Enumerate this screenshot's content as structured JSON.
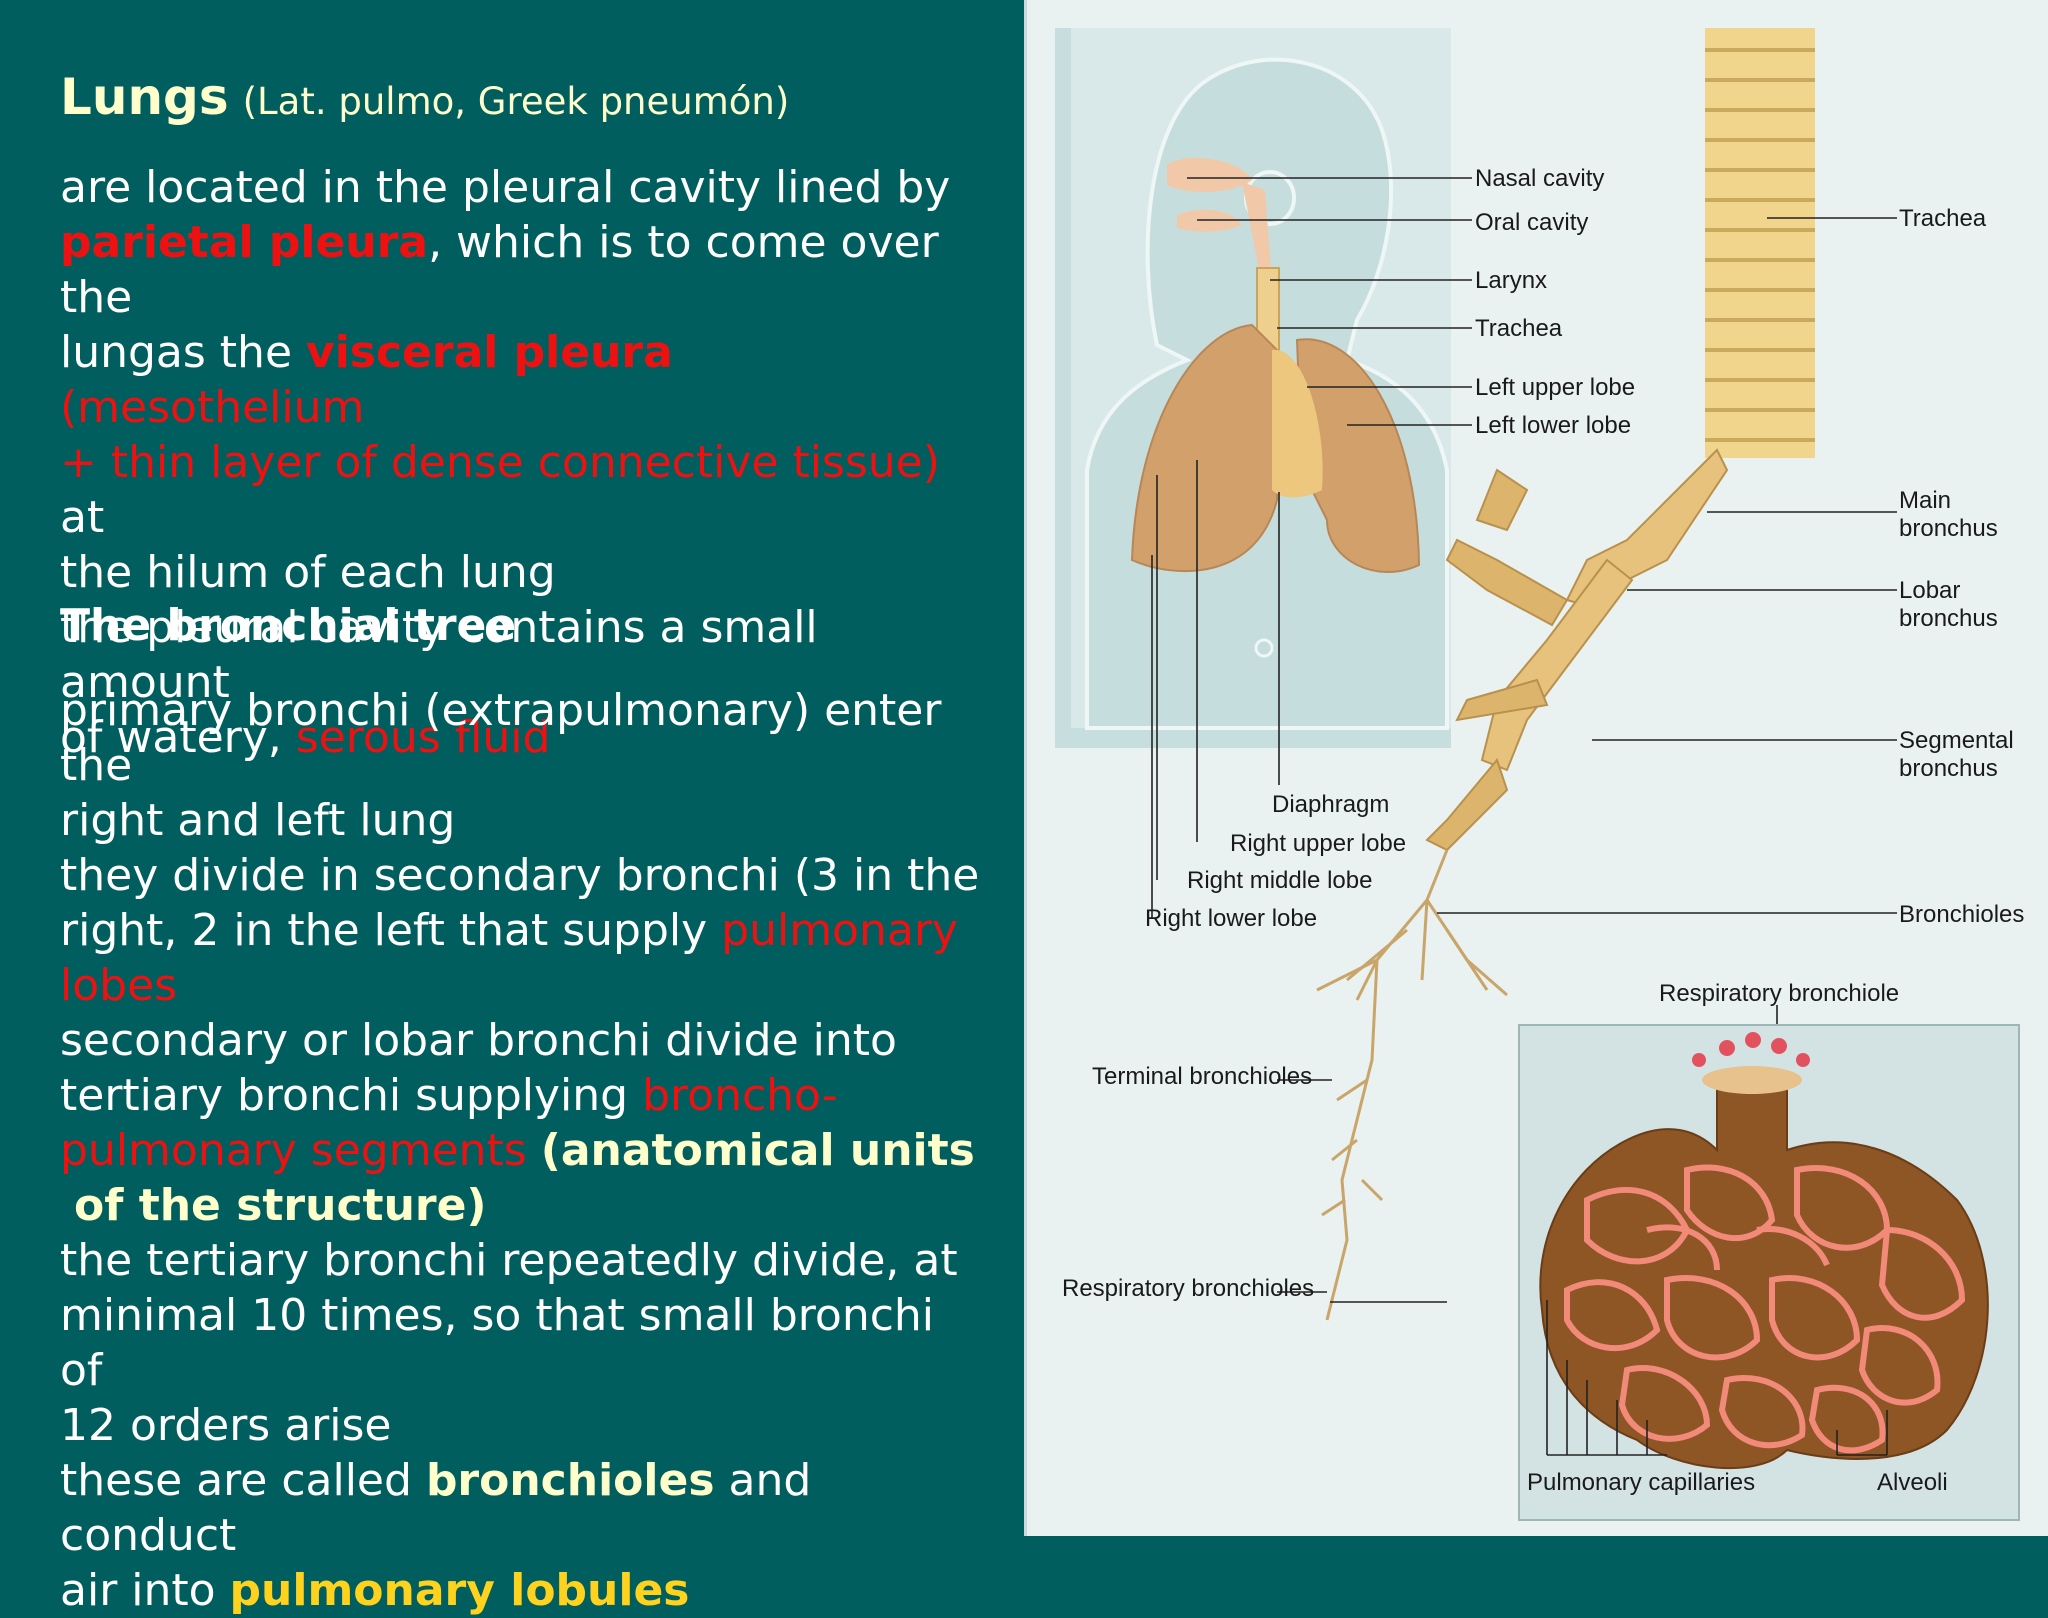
{
  "heading": {
    "title": "Lungs",
    "subtitle": "(Lat. pulmo, Greek pneumón)"
  },
  "p1": {
    "a": "are located in the pleural cavity lined by",
    "b": "parietal pleura",
    "c": ", which is to come over the",
    "d": "lungas the",
    "e": "visceral pleura",
    "f": "(mesothelium",
    "g": "+ thin layer of dense connective tissue)",
    "h": "at",
    "i": "the hilum of each lung",
    "j": "the pleural cavity contains a small amount",
    "k": "of watery,",
    "l": "serous fluid"
  },
  "section2": {
    "title": "The bronchial tree"
  },
  "p2": {
    "a": "primary bronchi (extrapulmonary) enter the",
    "b": "right and left lung",
    "c": "they divide in secondary bronchi (3 in the",
    "d": "right, 2 in the left that supply",
    "e": "pulmonary",
    "f": "lobes",
    "g": "secondary or lobar bronchi divide into",
    "h": "tertiary bronchi supplying",
    "i": "broncho-",
    "j": "pulmonary segments",
    "k": "(anatomical units",
    "l": "of the structure)"
  },
  "p3": {
    "a": "the tertiary bronchi repeatedly divide, at",
    "b": "minimal 10 times, so that small bronchi of",
    "c": "12 orders arise",
    "d": "these are called",
    "e": "bronchioles",
    "f": "and conduct",
    "g": "air into",
    "h": "pulmonary lobules"
  },
  "figure": {
    "labels": {
      "nasal_cavity": "Nasal cavity",
      "oral_cavity": "Oral cavity",
      "larynx": "Larynx",
      "trachea_left": "Trachea",
      "left_upper_lobe": "Left upper lobe",
      "left_lower_lobe": "Left lower lobe",
      "diaphragm": "Diaphragm",
      "right_upper_lobe": "Right upper lobe",
      "right_middle_lobe": "Right middle lobe",
      "right_lower_lobe": "Right lower lobe",
      "trachea_right": "Trachea",
      "main_bronchus_1": "Main",
      "main_bronchus_2": "bronchus",
      "lobar_bronchus_1": "Lobar",
      "lobar_bronchus_2": "bronchus",
      "segmental_bronchus_1": "Segmental",
      "segmental_bronchus_2": "bronchus",
      "bronchioles": "Bronchioles",
      "respiratory_bronchiole": "Respiratory bronchiole",
      "terminal_bronchioles": "Terminal bronchioles",
      "respiratory_bronchioles": "Respiratory bronchioles",
      "pulmonary_capillaries": "Pulmonary capillaries",
      "alveoli": "Alveoli"
    }
  },
  "colors": {
    "background": "#005e5e",
    "highlight_red": "#ee1111",
    "highlight_gold": "#ffd21e",
    "title": "#ffffcc"
  }
}
